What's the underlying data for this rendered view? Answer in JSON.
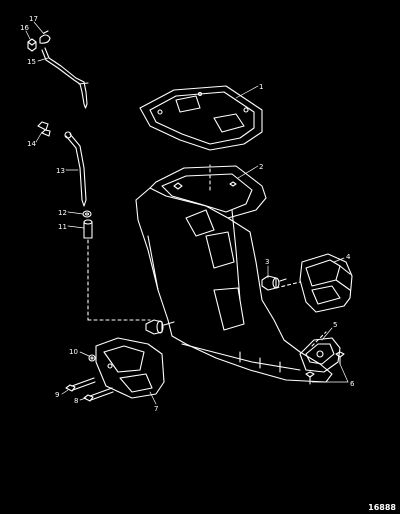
{
  "labels": {
    "p1": "1",
    "p2": "2",
    "p3": "3",
    "p4": "4",
    "p5": "5",
    "p6": "6",
    "p7": "7",
    "p8": "8",
    "p9": "9",
    "p10": "10",
    "p11": "11",
    "p12": "12",
    "p13": "13",
    "p14": "14",
    "p15": "15",
    "p16": "16",
    "p17": "17"
  },
  "figure_number": "16888",
  "colors": {
    "background": "#000000",
    "line": "#ffffff"
  }
}
